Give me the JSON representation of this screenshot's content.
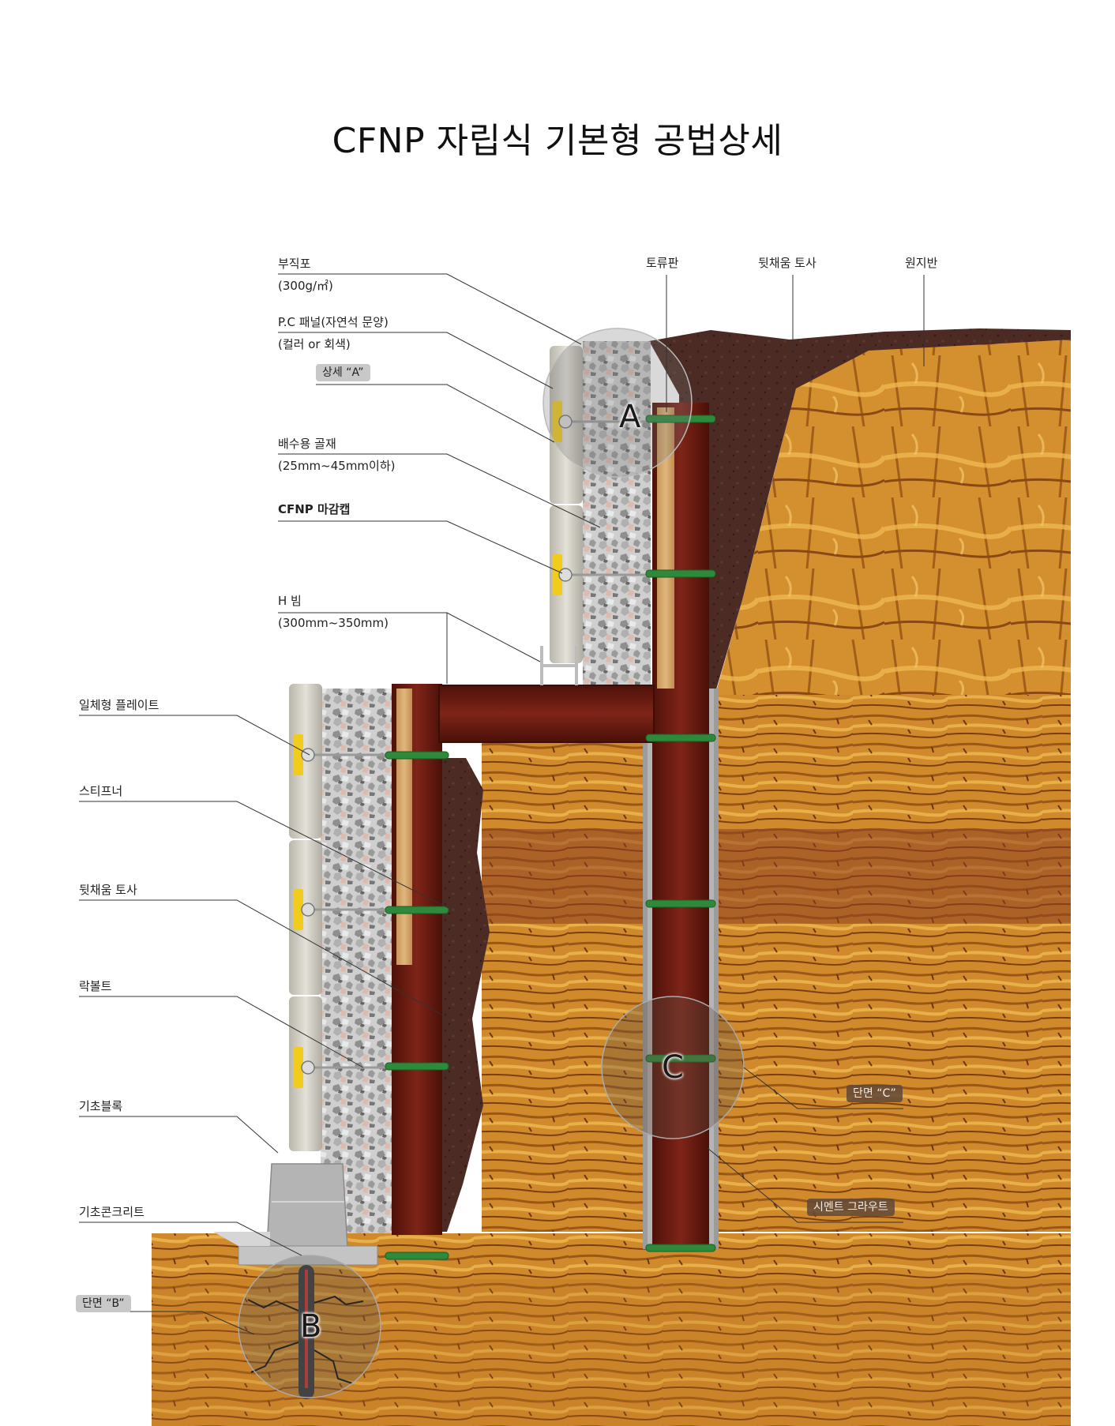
{
  "title": "CFNP 자립식 기본형 공법상세",
  "labels": {
    "geotextile": "부직포",
    "geotextile_spec": "(300g/㎡)",
    "pc_panel": "P.C 패널(자연석 문양)",
    "pc_panel_spec": "(컬러 or 회색)",
    "detail_a": "상세 “A”",
    "drain_aggregate": "배수용 골재",
    "drain_aggregate_spec": "(25mm~45mm이하)",
    "finish_cap": "CFNP 마감캡",
    "h_beam": "H 빔",
    "h_beam_spec": "(300mm~350mm)",
    "lagging": "토류판",
    "backfill_top": "뒷채움 토사",
    "original_ground": "원지반",
    "plate": "일체형 플레이트",
    "stiffener": "스티프너",
    "backfill_left": "뒷채움 토사",
    "rock_bolt": "락볼트",
    "foundation_block": "기초블록",
    "foundation_concrete": "기초콘크리트",
    "section_b": "단면 “B”",
    "section_c": "단면 “C”",
    "cement_grout": "시멘트 그라우트"
  },
  "markers": {
    "a": "A",
    "b": "B",
    "c": "C"
  },
  "colors": {
    "rock_light": "#d8932f",
    "rock_mid": "#b8701e",
    "rock_dark": "#7e3f1a",
    "soil": "#4a2a22",
    "steel": "#6e1c14",
    "wood": "#d2a66e",
    "gravel": "#c9c9c9",
    "panel": "#d8d6cc",
    "band": "#2e8a3a",
    "cap": "#f2cc1c",
    "grout": "#a9a9a9"
  }
}
